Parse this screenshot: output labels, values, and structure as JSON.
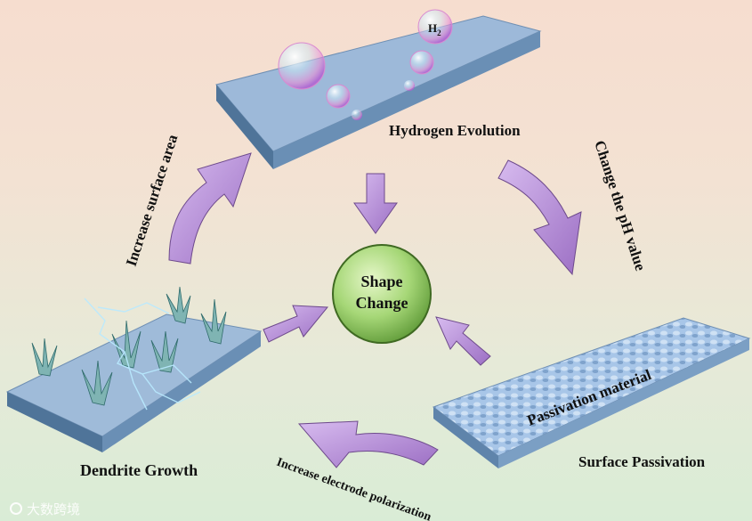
{
  "diagram": {
    "center": {
      "line1": "Shape",
      "line2": "Change"
    },
    "nodes": {
      "hydrogen": "Hydrogen Evolution",
      "dendrite": "Dendrite Growth",
      "passivation": "Surface Passivation",
      "passivation_material": "Passivation material",
      "h2": "H",
      "h2_sub": "2"
    },
    "edges": {
      "left": "Increase surface area",
      "right": "Change the pH value",
      "bottom": "Increase electrode polarization"
    },
    "watermark": "大数跨境",
    "colors": {
      "arrow": "#b48ad6",
      "arrow_dark": "#6e4a8c",
      "plate_top": "#97b5d6",
      "plate_side": "#4a6f95",
      "center_fill": "#9fd36f",
      "passivation": "#a9c6e6"
    }
  }
}
